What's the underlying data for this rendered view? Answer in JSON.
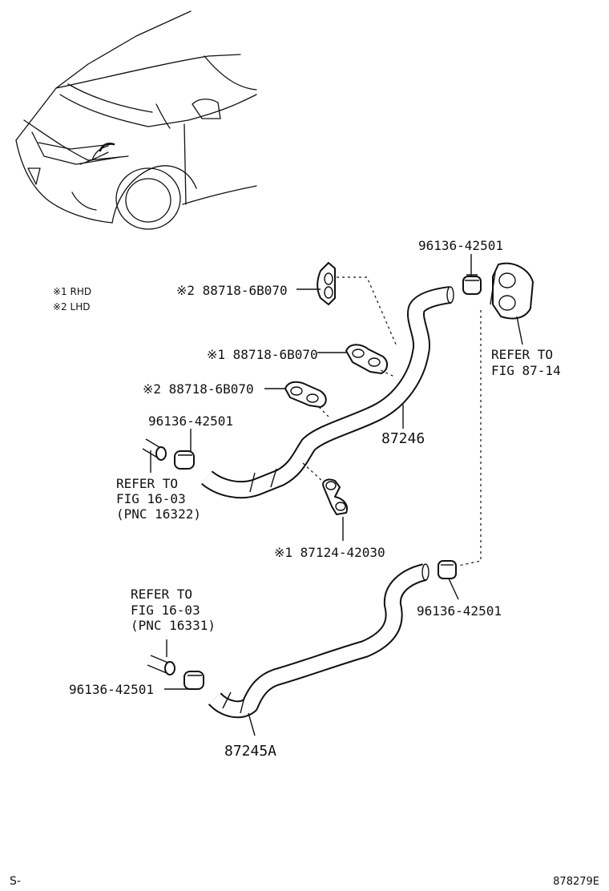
{
  "legend": {
    "rhd": "※1 RHD",
    "lhd": "※2 LHD"
  },
  "labels": {
    "clamp_top": "※2 88718-6B070",
    "clamp_mid": "※1 88718-6B070",
    "clamp_low": "※2 88718-6B070",
    "clamp_hose_a": "96136-42501",
    "clamp_top_right": "96136-42501",
    "clamp_right_mid": "96136-42501",
    "clamp_bottom_left": "96136-42501",
    "clip_87124": "※1 87124-42030",
    "hose_87246": "87246",
    "hose_87245a": "87245A"
  },
  "refers": {
    "r1": [
      "REFER TO",
      "FIG 16-03",
      "(PNC 16322)"
    ],
    "r2": [
      "REFER TO",
      "FIG 87-14"
    ],
    "r3": [
      "REFER TO",
      "FIG 16-03",
      "(PNC 16331)"
    ]
  },
  "footer": {
    "left": "S-",
    "right": "878279E"
  }
}
